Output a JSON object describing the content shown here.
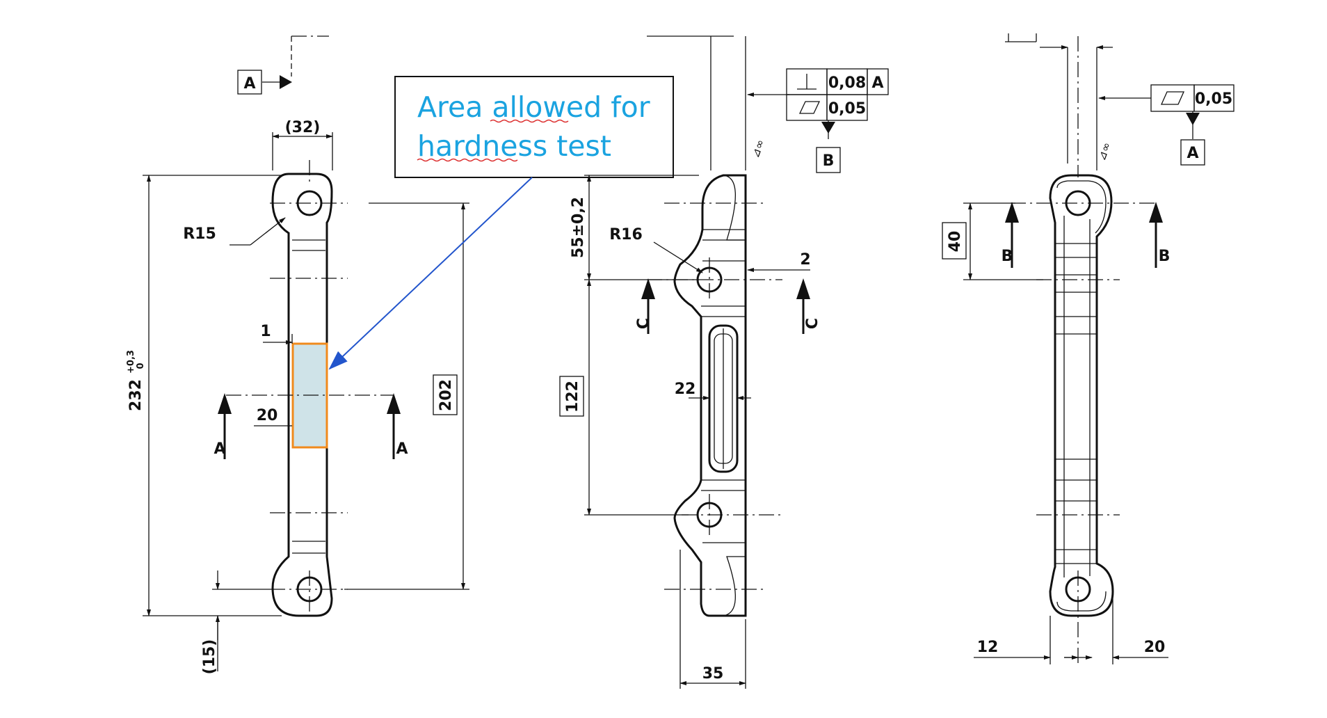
{
  "callout": {
    "line1": "Area allowed for",
    "line2": "hardness test"
  },
  "datums": {
    "a_top": "A",
    "b_mid": "B",
    "a_right": "A"
  },
  "sections": {
    "a_left": "A",
    "a_right": "A",
    "c_left": "C",
    "c_right": "C",
    "b_left": "B",
    "b_right": "B"
  },
  "fcf_mid": {
    "row1_tolerance": "0,08",
    "row1_datum": "A",
    "row2_tolerance": "0,05",
    "row1_symbol": "perpendicularity-icon",
    "row2_symbol": "flatness-icon"
  },
  "fcf_right": {
    "tolerance": "0,05",
    "symbol": "flatness-icon"
  },
  "dims": {
    "width_32": "(32)",
    "r15": "R15",
    "total_length": "232",
    "total_tol_upper": "+0,3",
    "total_tol_lower": "0",
    "offset_1": "1",
    "depth_20": "20",
    "center_202": "202",
    "end_15": "(15)",
    "pos_55": "55±0,2",
    "r16": "R16",
    "gap_2": "2",
    "slot_22": "22",
    "center_122": "122",
    "thick_35": "35",
    "height_40": "40",
    "left_12": "12",
    "right_20": "20"
  },
  "colors": {
    "highlight_fill": "#cfe3e8",
    "highlight_border": "#f08a1c",
    "callout_text": "#1aa3e0",
    "arrow": "#2255cc"
  }
}
